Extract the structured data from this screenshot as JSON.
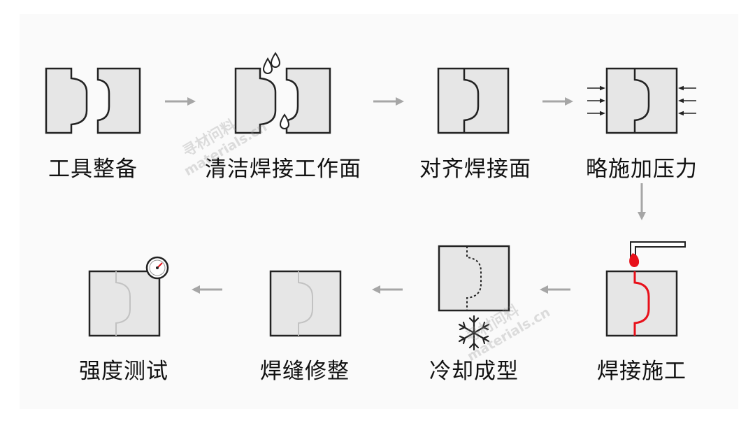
{
  "steps": [
    {
      "label": "工具整备"
    },
    {
      "label": "清洁焊接工作面"
    },
    {
      "label": "对齐焊接面"
    },
    {
      "label": "略施加压力"
    },
    {
      "label": "焊接施工"
    },
    {
      "label": "冷却成型"
    },
    {
      "label": "焊缝修整"
    },
    {
      "label": "强度测试"
    }
  ],
  "watermarks": [
    {
      "cn": "寻材问料",
      "en": "materials.cn"
    },
    {
      "cn": "寻材问料",
      "en": "materials.cn"
    }
  ],
  "colors": {
    "block_fill": "#e6e6e6",
    "outline": "#222222",
    "arrow": "#a6a6a6",
    "heat": "#e8101a",
    "faint_seam": "#c2c2c2"
  }
}
